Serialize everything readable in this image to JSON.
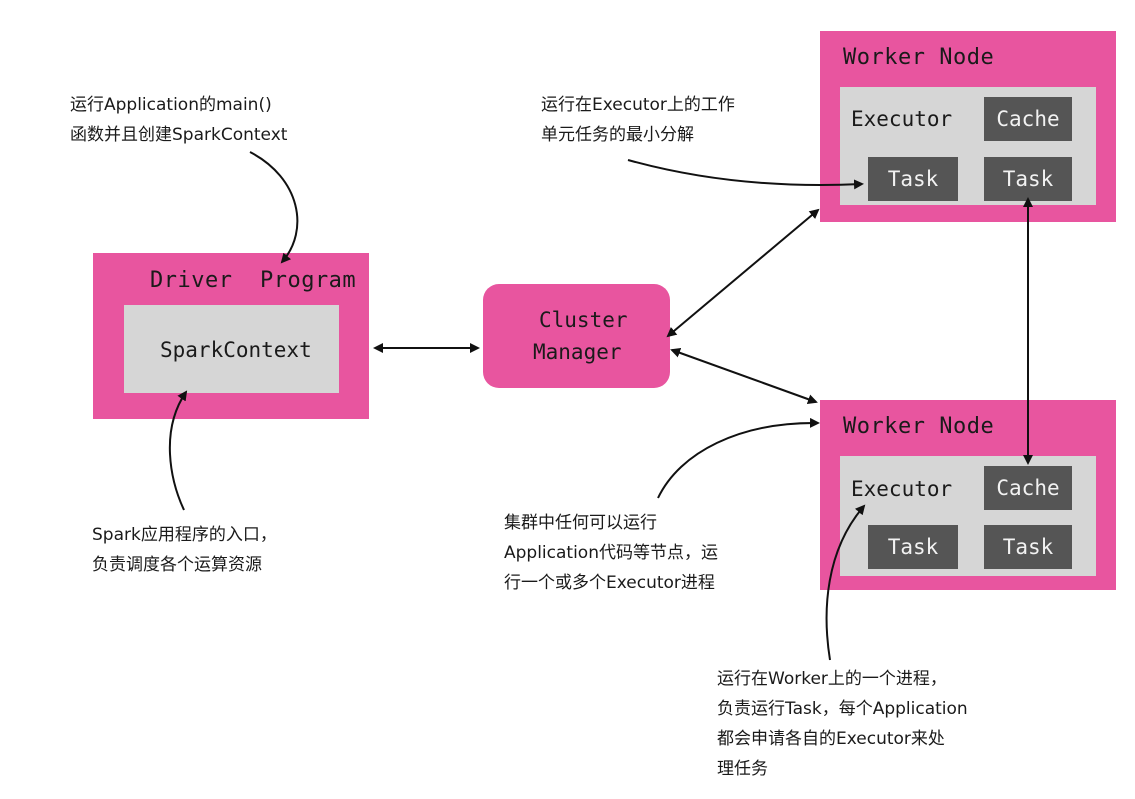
{
  "driver": {
    "title": "Driver  Program",
    "context": "SparkContext"
  },
  "cluster_manager": {
    "line1": "Cluster",
    "line2": "Manager"
  },
  "worker_top": {
    "title": "Worker Node",
    "executor": "Executor",
    "cache": "Cache",
    "task1": "Task",
    "task2": "Task"
  },
  "worker_bottom": {
    "title": "Worker Node",
    "executor": "Executor",
    "cache": "Cache",
    "task1": "Task",
    "task2": "Task"
  },
  "notes": {
    "main_fn": [
      "运行Application的main()",
      "函数并且创建SparkContext"
    ],
    "task_desc": [
      "运行在Executor上的工作",
      "单元任务的最小分解"
    ],
    "spark_entry": [
      "Spark应用程序的入口，",
      "负责调度各个运算资源"
    ],
    "worker_desc": [
      "集群中任何可以运行",
      "Application代码等节点，运",
      "行一个或多个Executor进程"
    ],
    "executor_desc": [
      "运行在Worker上的一个进程，",
      "负责运行Task，每个Application",
      "都会申请各自的Executor来处",
      "理任务"
    ]
  },
  "colors": {
    "pink": "#e8559f",
    "grey": "#d6d6d6",
    "dark": "#555555"
  }
}
